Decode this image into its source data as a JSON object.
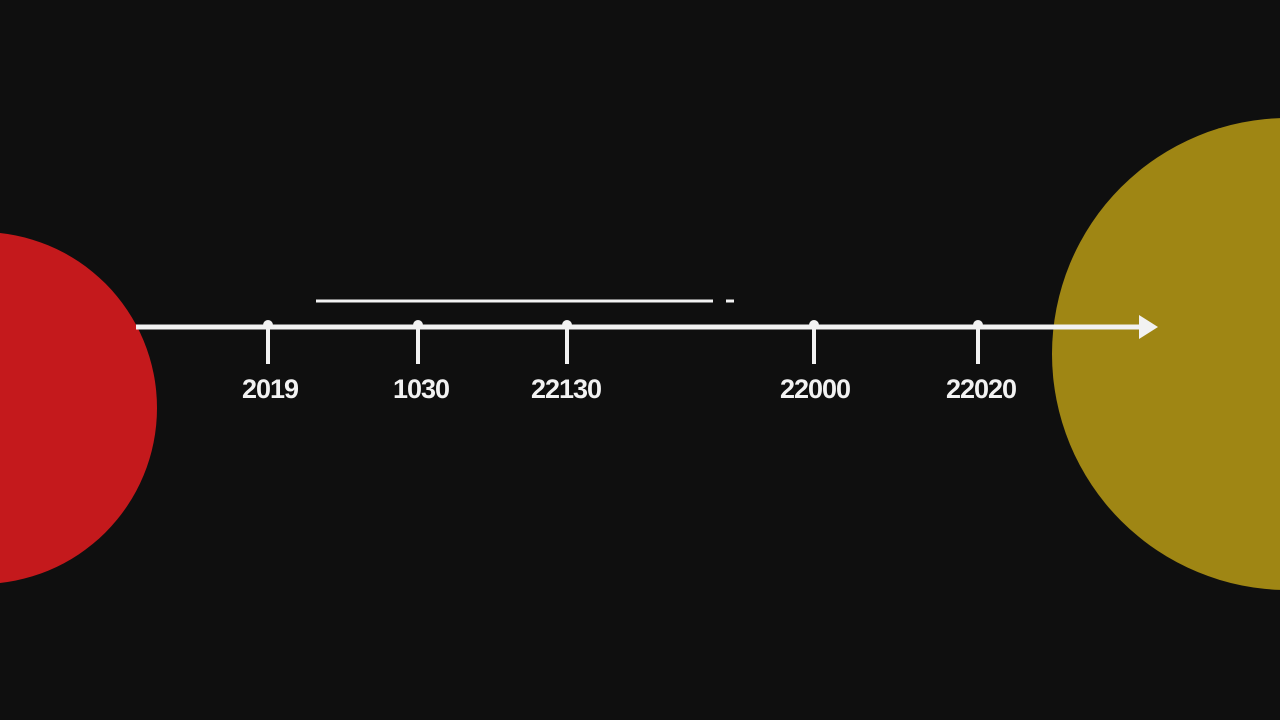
{
  "colors": {
    "background": "#0f0f0f",
    "left_circle": "#c4191c",
    "right_circle": "#9f8614",
    "line": "#f2f2f2"
  },
  "timeline": {
    "direction": "left-to-right",
    "markers": [
      {
        "label": "2019"
      },
      {
        "label": "1030"
      },
      {
        "label": "22130"
      },
      {
        "label": "22000"
      },
      {
        "label": "22020"
      }
    ]
  }
}
